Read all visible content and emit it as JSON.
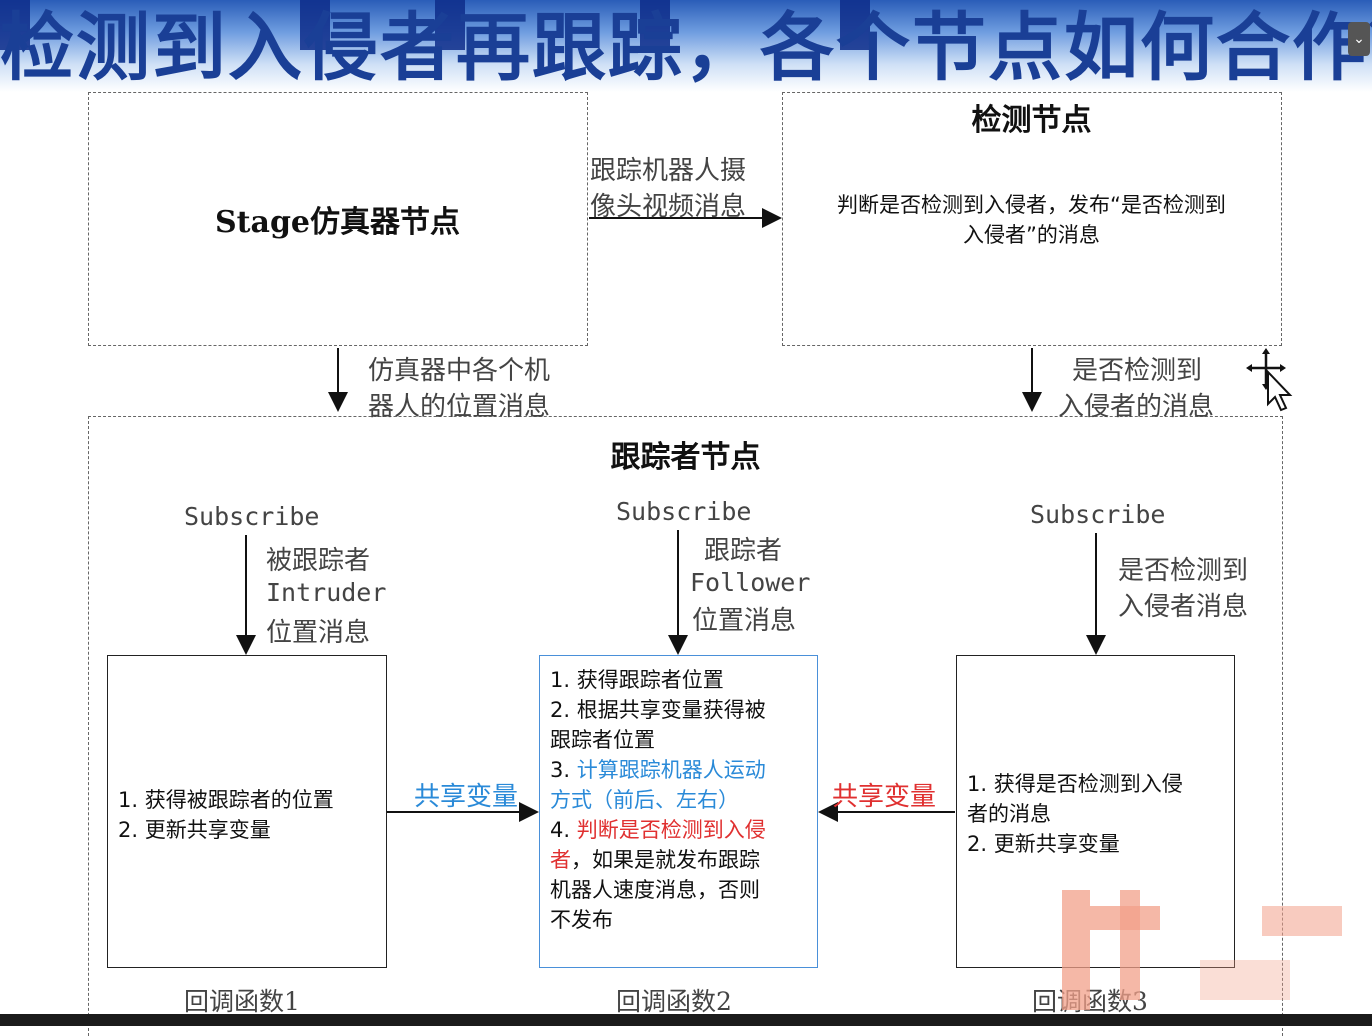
{
  "title": "检测到入侵者再跟踪，各个节点如何合作？",
  "nodes": {
    "stage": {
      "label": "Stage仿真器节点"
    },
    "detect": {
      "title": "检测节点",
      "desc_line1": "判断是否检测到入侵者，发布“是否检测到",
      "desc_line2": "入侵者”的消息"
    },
    "tracker": {
      "title": "跟踪者节点"
    }
  },
  "messages": {
    "camera": {
      "line1": "跟踪机器人摄",
      "line2": "像头视频消息"
    },
    "positions": {
      "line1": "仿真器中各个机",
      "line2": "器人的位置消息"
    },
    "detected": {
      "line1": "是否检测到",
      "line2": "入侵者的消息"
    }
  },
  "callbacks": [
    {
      "subscribe": "Subscribe",
      "topic_lines": [
        "被跟踪者",
        "Intruder",
        "位置消息"
      ],
      "items": [
        "1. 获得被跟踪者的位置",
        "2. 更新共享变量"
      ],
      "name": "回调函数1"
    },
    {
      "subscribe": "Subscribe",
      "topic_lines": [
        "跟踪者",
        "Follower",
        "位置消息"
      ],
      "item1": "1. 获得跟踪者位置",
      "item2_line1": "2. 根据共享变量获得被",
      "item2_line2": "跟踪者位置",
      "item3_prefix": "3. ",
      "item3_line1": "计算跟踪机器人运动",
      "item3_line2": "方式（前后、左右）",
      "item4_prefix": "4. ",
      "item4_red_line1": "判断是否检测到入侵",
      "item4_red_line2": "者",
      "item4_rest_line2": "，如果是就发布跟踪",
      "item4_line3": "机器人速度消息，否则",
      "item4_line4": "不发布",
      "name": "回调函数2"
    },
    {
      "subscribe": "Subscribe",
      "topic_lines": [
        "是否检测到",
        "入侵者消息"
      ],
      "item1_line1": "1. 获得是否检测到入侵",
      "item1_line2": "者的消息",
      "item2": "2. 更新共享变量",
      "name": "回调函数3"
    }
  ],
  "shared": {
    "left": "共享变量",
    "right": "共享变量"
  },
  "colors": {
    "blue": "#2a8ad8",
    "red": "#e03030",
    "banner": "#1a3f96"
  },
  "icons": {
    "cursor": "move-cursor-icon",
    "collapse": "chevron-down-icon"
  }
}
